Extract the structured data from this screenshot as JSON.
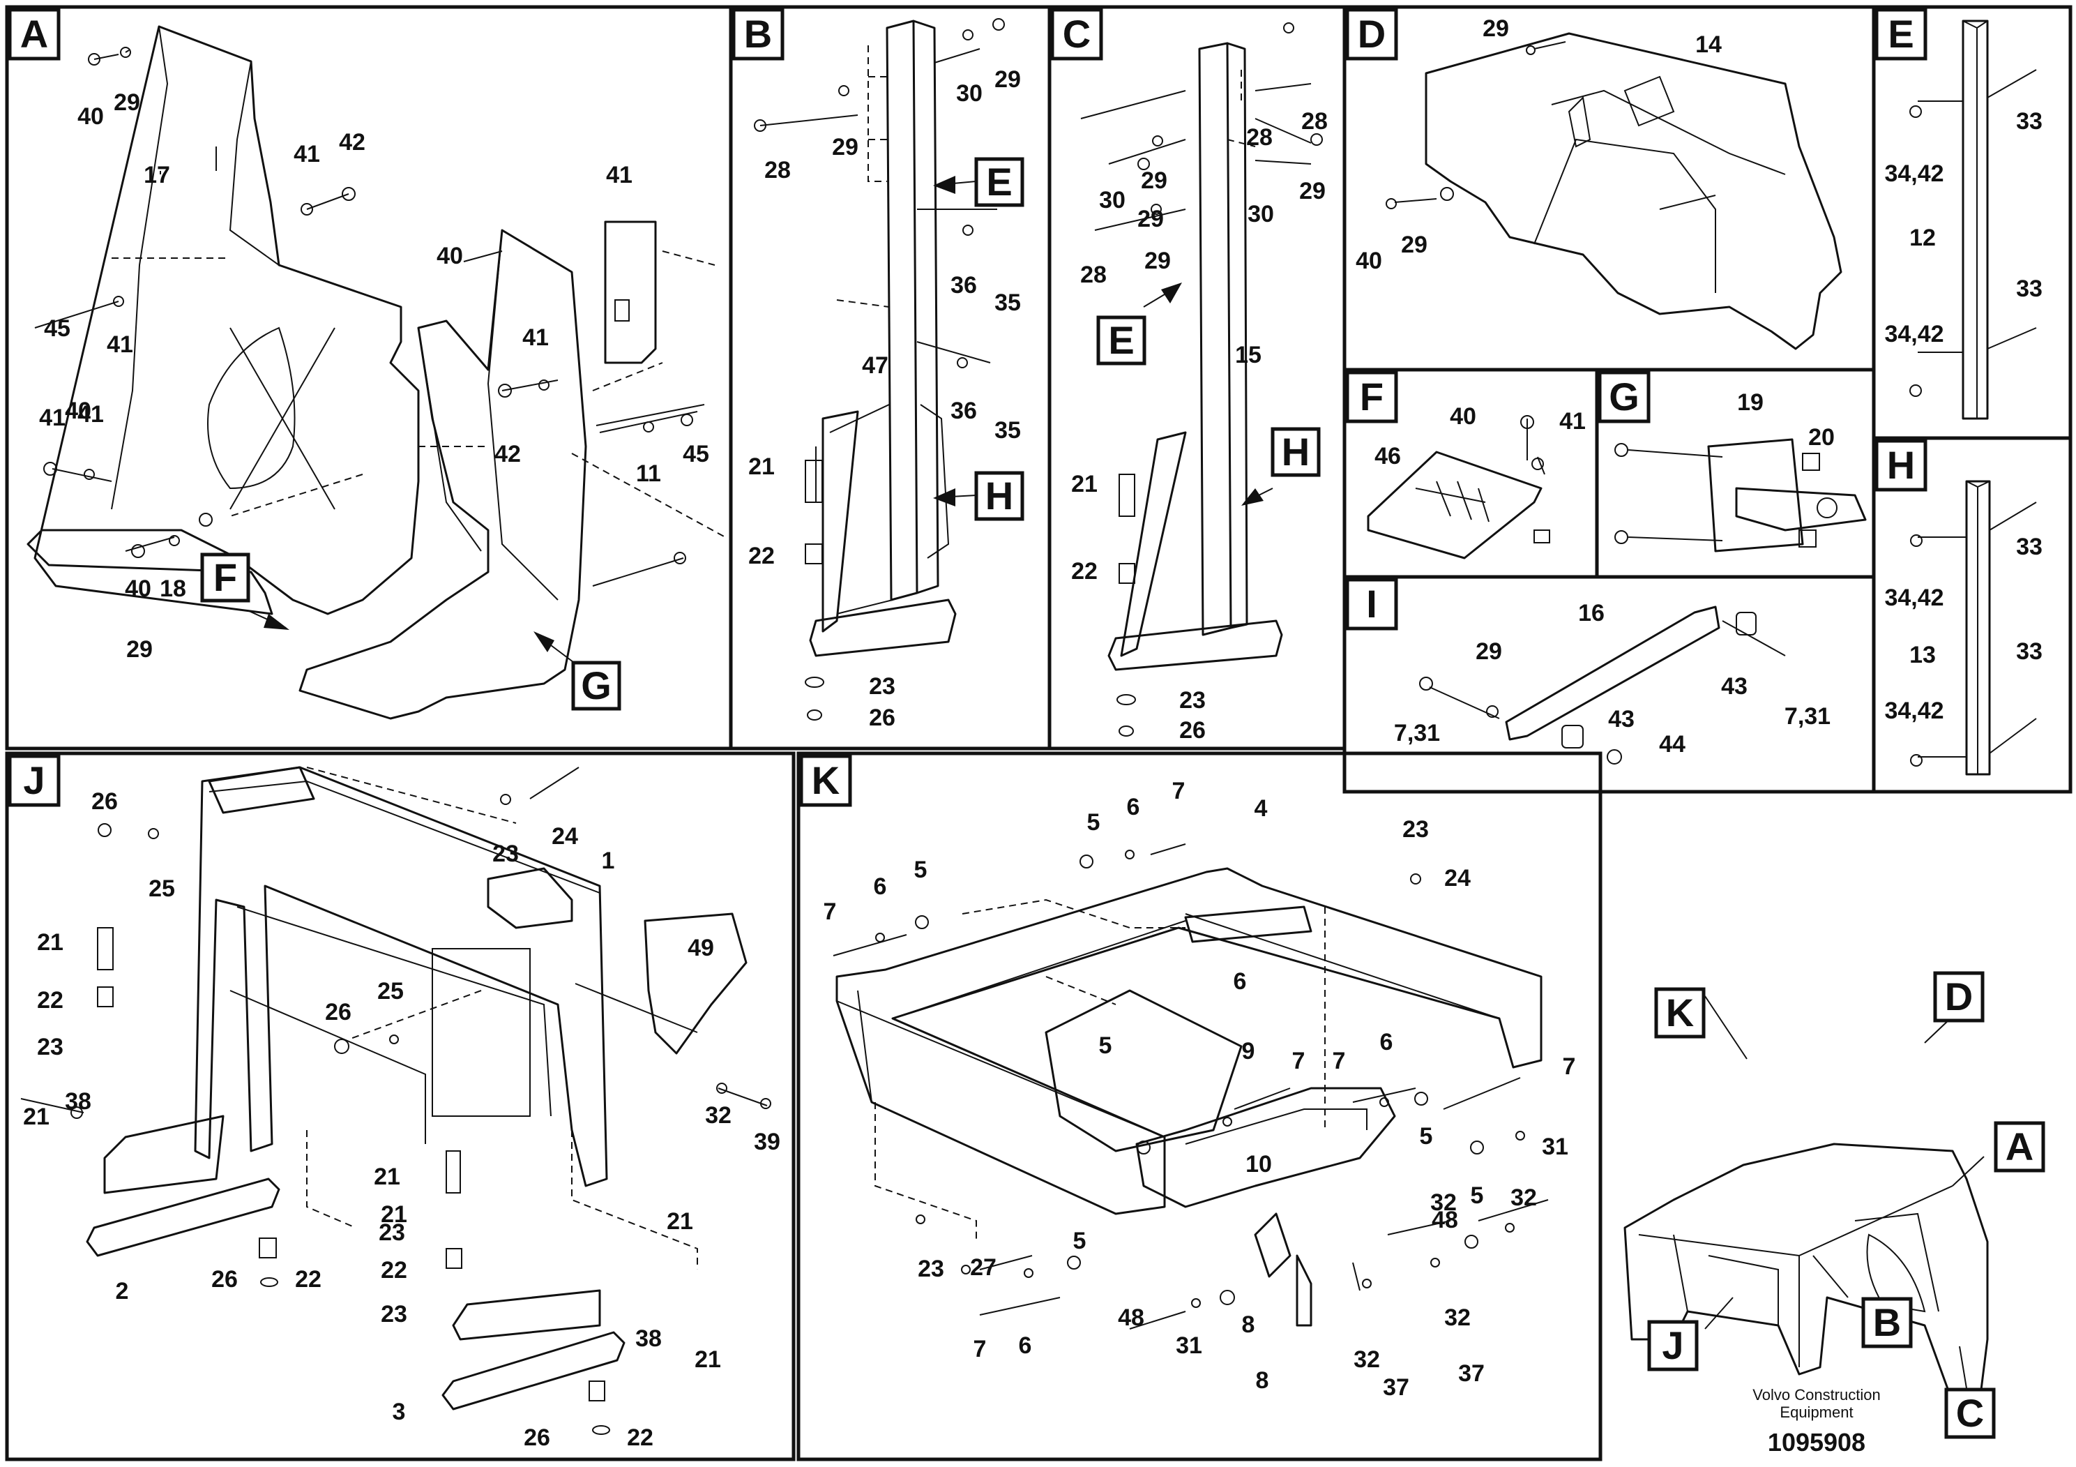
{
  "panels": [
    {
      "key": "A",
      "label": "A",
      "callouts": [
        "40",
        "29",
        "17",
        "41",
        "42",
        "45",
        "41",
        "40",
        "41",
        "41",
        "40",
        "18",
        "29",
        "40",
        "41",
        "42",
        "11",
        "45",
        "41"
      ]
    },
    {
      "key": "B",
      "label": "B",
      "callouts": [
        "28",
        "29",
        "30",
        "29",
        "47",
        "36",
        "35",
        "36",
        "35",
        "21",
        "22",
        "23",
        "26"
      ]
    },
    {
      "key": "C",
      "label": "C",
      "callouts": [
        "28",
        "30",
        "29",
        "28",
        "29",
        "29",
        "30",
        "29",
        "28",
        "15",
        "21",
        "22",
        "23",
        "26"
      ]
    },
    {
      "key": "D",
      "label": "D",
      "callouts": [
        "29",
        "14",
        "40",
        "29"
      ]
    },
    {
      "key": "E",
      "label": "E",
      "callouts": [
        "33",
        "34,42",
        "12",
        "33",
        "34,42"
      ]
    },
    {
      "key": "F",
      "label": "F",
      "callouts": [
        "40",
        "41",
        "46"
      ]
    },
    {
      "key": "G",
      "label": "G",
      "callouts": [
        "19",
        "20"
      ]
    },
    {
      "key": "H",
      "label": "H",
      "callouts": [
        "33",
        "34,42",
        "13",
        "33",
        "34,42"
      ]
    },
    {
      "key": "I",
      "label": "I",
      "callouts": [
        "16",
        "29",
        "43",
        "7,31",
        "7,31",
        "43",
        "44"
      ]
    },
    {
      "key": "J",
      "label": "J",
      "callouts": [
        "26",
        "25",
        "23",
        "24",
        "1",
        "49",
        "21",
        "22",
        "23",
        "21",
        "38",
        "26",
        "25",
        "21",
        "23",
        "21",
        "22",
        "23",
        "32",
        "39",
        "21",
        "2",
        "26",
        "22",
        "38",
        "21",
        "3",
        "26",
        "22"
      ]
    },
    {
      "key": "K",
      "label": "K",
      "callouts": [
        "5",
        "6",
        "7",
        "4",
        "23",
        "24",
        "7",
        "6",
        "5",
        "6",
        "5",
        "9",
        "7",
        "7",
        "6",
        "5",
        "7",
        "10",
        "23",
        "27",
        "5",
        "6",
        "7",
        "8",
        "31",
        "5",
        "32",
        "48",
        "31",
        "32",
        "48",
        "8",
        "32",
        "37",
        "32",
        "37"
      ]
    }
  ],
  "inline_tags": [
    "F",
    "G",
    "E",
    "H",
    "E",
    "H"
  ],
  "overview_tags": [
    "K",
    "D",
    "A",
    "J",
    "B",
    "C"
  ],
  "footer": {
    "company_line1": "Volvo Construction",
    "company_line2": "Equipment",
    "drawing_number": "1095908"
  }
}
